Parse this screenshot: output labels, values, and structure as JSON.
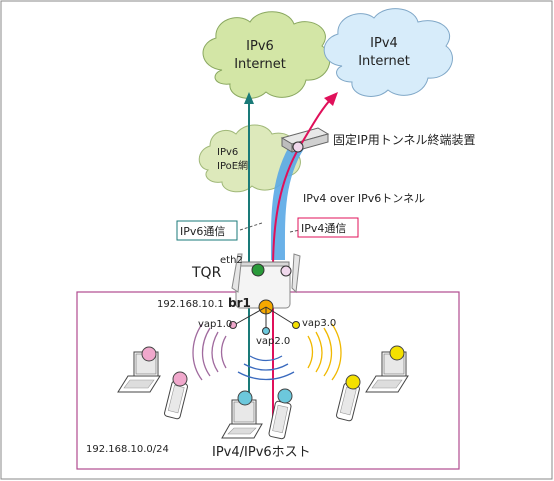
{
  "clouds": {
    "ipv6_internet": {
      "line1": "IPv6",
      "line2": "Internet"
    },
    "ipv4_internet": {
      "line1": "IPv4",
      "line2": "Internet"
    },
    "ipoe_net": {
      "line1": "IPv6",
      "line2": "IPoE網"
    }
  },
  "labels": {
    "fixed_ip_device": "固定IP用トンネル終端装置",
    "tunnel": "IPv4 over IPv6トンネル",
    "ipv6_comm": "IPv6通信",
    "ipv4_comm": "IPv4通信",
    "eth2": "eth2",
    "router": "TQR",
    "router_ip": "192.168.10.1",
    "bridge": "br1",
    "vap1": "vap1.0",
    "vap2": "vap2.0",
    "vap3": "vap3.0",
    "network": "192.168.10.0/24",
    "hosts": "IPv4/IPv6ホスト"
  },
  "colors": {
    "ipv6_path": "#1a7a78",
    "ipv4_path": "#e0105a",
    "tunnel": "#5aa8e6",
    "ipv6_cloud": "#d3e6a6",
    "ipv4_cloud": "#d7ecfa",
    "ipoe_cloud": "#dde9bb",
    "lan_border": "#b04b8f",
    "eth2_port": "#2a9a3a",
    "br1_port": "#f5a800",
    "host_pink": "#f0a8cc",
    "host_cyan": "#6cc8dc",
    "host_yellow": "#f4e000"
  }
}
